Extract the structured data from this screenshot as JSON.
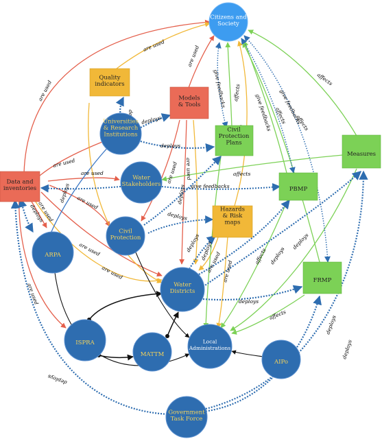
{
  "nodes": {
    "citizens": "Citizens and\nSociety",
    "quality": "Quality\nindicators",
    "models": "Models\n& Tools",
    "universities": "Universities\n& Research\nInstitutions",
    "civil_plans": "Civil\nProtection\nPlans",
    "measures": "Measures",
    "data": "Data and\ninventories",
    "water_stake": "Water\nStakeholders",
    "pbmp": "PBMP",
    "civil_prot": "Civil\nProtection",
    "hazards": "Hazards\n& Risk\nmaps",
    "arpa": "ARPA",
    "water_districts": "Water\nDistricts",
    "frmp": "FRMP",
    "ispra": "ISPRA",
    "mattm": "MATTM",
    "local_admin": "Local\nAdministrations",
    "aipo": "AIPo",
    "gov": "Government\nTask Force"
  },
  "labels": {
    "are_used": "are used",
    "deploys": "deploys",
    "affects": "affects",
    "give_feedbacks": "give feedbacks",
    "are_used_rev": "are used"
  },
  "colors": {
    "red_edge": "#e45f4b",
    "yellow_edge": "#f1b838",
    "green_edge": "#7cd156",
    "blue_dotted": "#2e6db0",
    "blue_solid": "#3a76c4",
    "black": "#111111"
  }
}
